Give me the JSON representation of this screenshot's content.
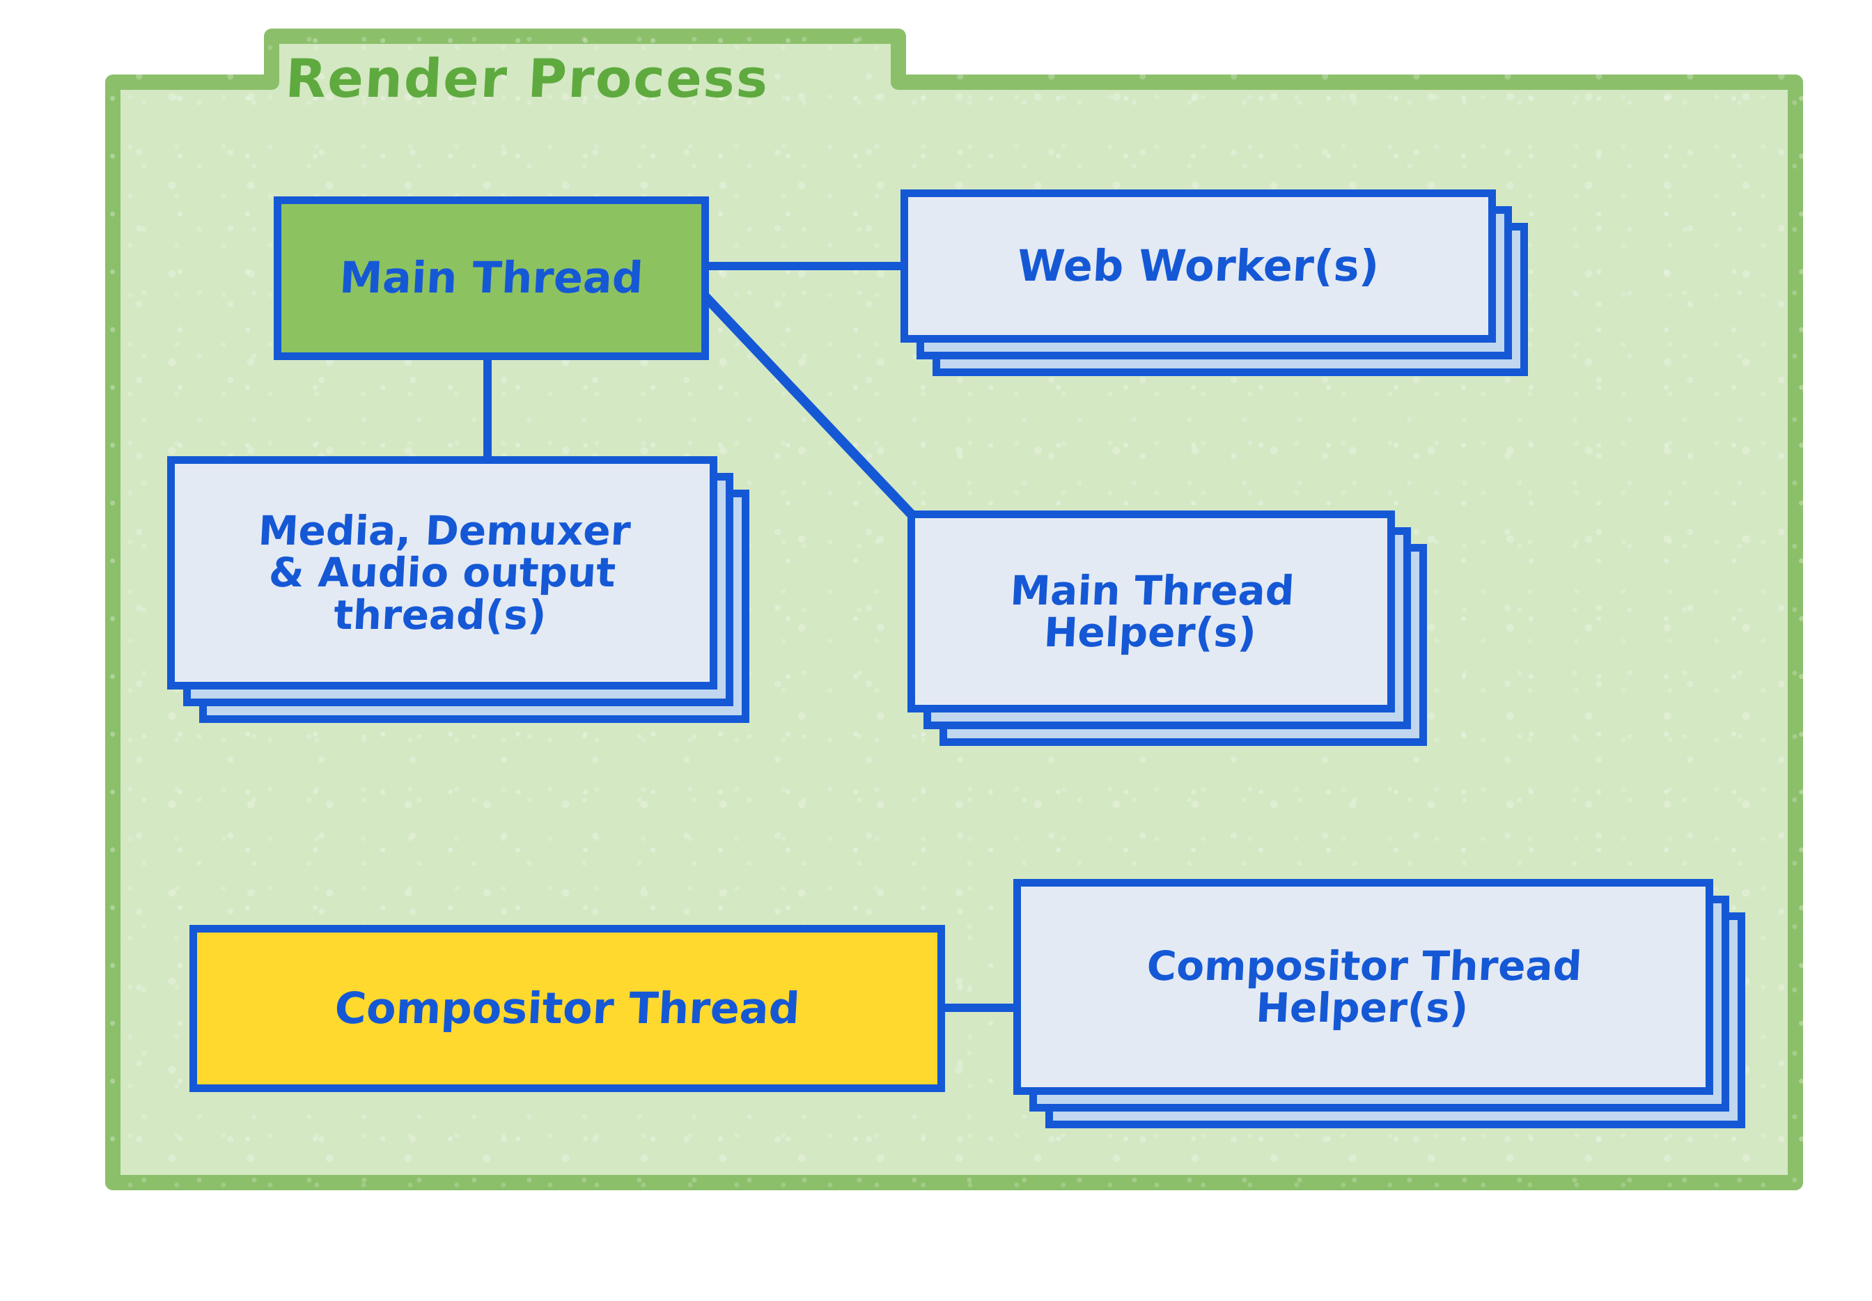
{
  "diagram": {
    "title": "Render Process",
    "type": "block-diagram",
    "colors": {
      "frame_green": "#8cbf6a",
      "background_green": "#d4e8c4",
      "main_thread_green": "#8dc260",
      "compositor_yellow": "#ffd92e",
      "card_front": "#e4eaf3",
      "card_back": "#c0d7ef",
      "stroke_blue": "#1558d6",
      "title_green": "#5faa3f"
    },
    "nodes": [
      {
        "id": "main-thread",
        "label": "Main Thread",
        "lines": [
          "Main Thread"
        ],
        "fill": "green",
        "stacked": false,
        "stack_count": 1
      },
      {
        "id": "web-worker",
        "label": "Web Worker(s)",
        "lines": [
          "Web Worker(s)"
        ],
        "fill": "card",
        "stacked": true,
        "stack_count": 3
      },
      {
        "id": "media-demuxer",
        "label": "Media, Demuxer & Audio output thread(s)",
        "lines": [
          "Media, Demuxer",
          "& Audio output",
          "thread(s)"
        ],
        "fill": "card",
        "stacked": true,
        "stack_count": 3
      },
      {
        "id": "main-thread-helper",
        "label": "Main Thread Helper(s)",
        "lines": [
          "Main Thread",
          "Helper(s)"
        ],
        "fill": "card",
        "stacked": true,
        "stack_count": 3
      },
      {
        "id": "compositor-thread",
        "label": "Compositor Thread",
        "lines": [
          "Compositor Thread"
        ],
        "fill": "yellow",
        "stacked": false,
        "stack_count": 1
      },
      {
        "id": "compositor-thread-helper",
        "label": "Compositor Thread Helper(s)",
        "lines": [
          "Compositor Thread",
          "Helper(s)"
        ],
        "fill": "card",
        "stacked": true,
        "stack_count": 3
      }
    ],
    "edges": [
      {
        "from": "main-thread",
        "to": "web-worker",
        "style": "horizontal"
      },
      {
        "from": "main-thread",
        "to": "main-thread-helper",
        "style": "diagonal"
      },
      {
        "from": "main-thread",
        "to": "media-demuxer",
        "style": "vertical"
      },
      {
        "from": "compositor-thread",
        "to": "compositor-thread-helper",
        "style": "horizontal"
      }
    ]
  }
}
